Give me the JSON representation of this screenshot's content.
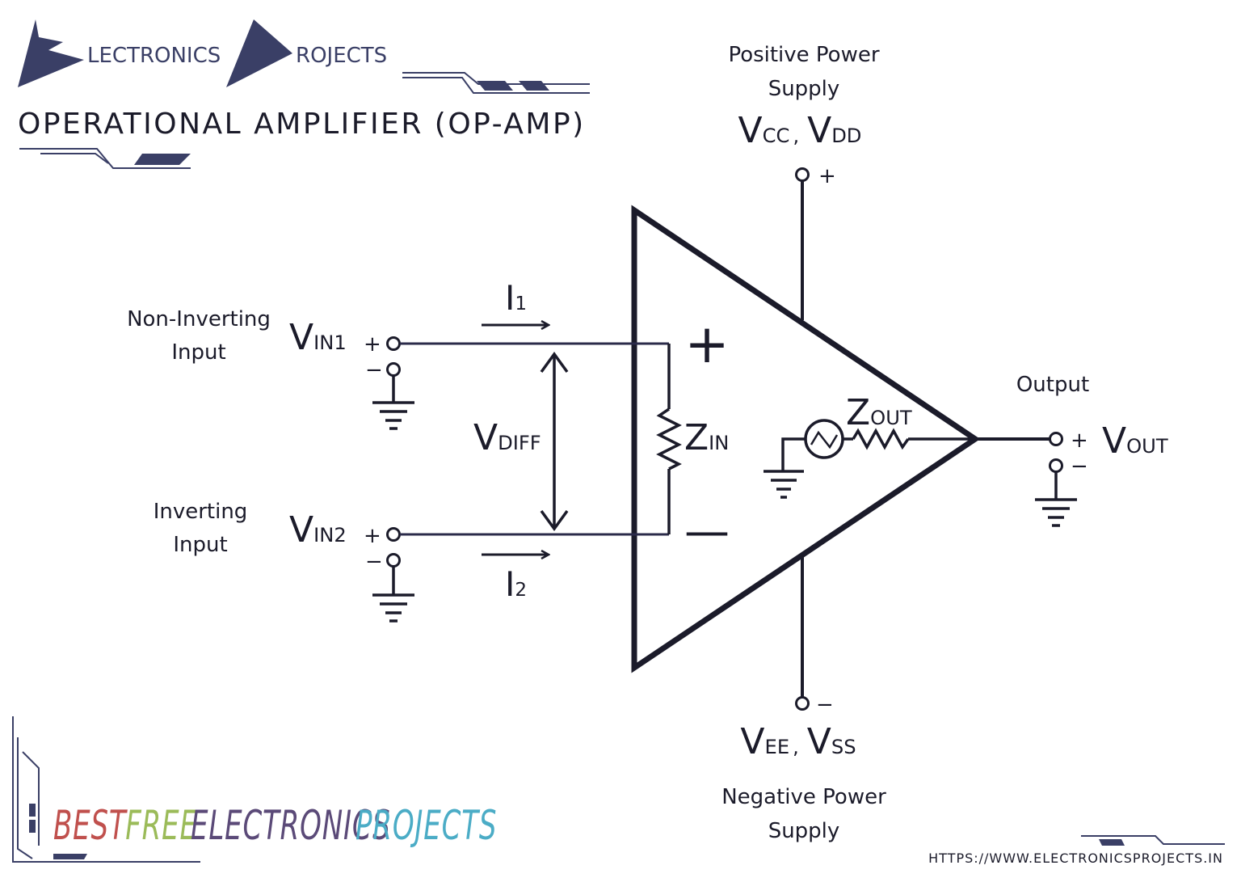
{
  "logo": {
    "word1": "LECTRONICS",
    "word2": "ROJECTS"
  },
  "title": "OPERATIONAL AMPLIFIER (OP-AMP)",
  "supply_positive": {
    "line1": "Positive Power",
    "line2": "Supply",
    "v1": "V",
    "v1_sub": "CC",
    "sep": ",",
    "v2": "V",
    "v2_sub": "DD",
    "polarity": "+"
  },
  "supply_negative": {
    "line1": "Negative Power",
    "line2": "Supply",
    "v1": "V",
    "v1_sub": "EE",
    "sep": ",",
    "v2": "V",
    "v2_sub": "SS",
    "polarity": "−"
  },
  "input_noninverting": {
    "line1": "Non-Inverting",
    "line2": "Input",
    "v": "V",
    "v_sub": "IN1",
    "plus": "+",
    "minus": "−"
  },
  "input_inverting": {
    "line1": "Inverting",
    "line2": "Input",
    "v": "V",
    "v_sub": "IN2",
    "plus": "+",
    "minus": "−"
  },
  "current1": {
    "i": "I",
    "sub": "1"
  },
  "current2": {
    "i": "I",
    "sub": "2"
  },
  "vdiff": {
    "v": "V",
    "sub": "DIFF"
  },
  "zin": {
    "z": "Z",
    "sub": "IN"
  },
  "zout": {
    "z": "Z",
    "sub": "OUT"
  },
  "opamp_plus": "+",
  "opamp_minus": "—",
  "output": {
    "label": "Output",
    "v": "V",
    "v_sub": "OUT",
    "plus": "+",
    "minus": "−"
  },
  "footer": {
    "best": "BEST",
    "free": "FREE",
    "electronics": "ELECTRONICS",
    "projects": "PROJECTS",
    "url": "HTTPS://WWW.ELECTRONICSPROJECTS.IN"
  },
  "colors": {
    "ink": "#1b1b2a",
    "brand": "#3a3f66",
    "best": "#c0504d",
    "free": "#9bbb59",
    "electronics": "#5b4a78",
    "projects": "#4bacc6"
  }
}
